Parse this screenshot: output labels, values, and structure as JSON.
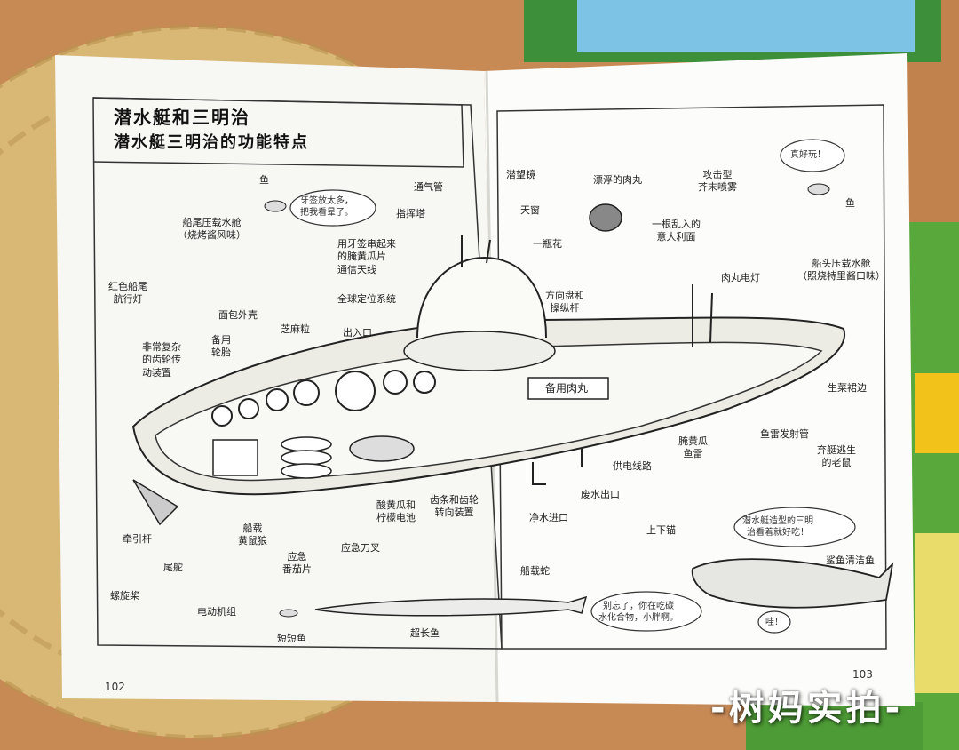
{
  "book": {
    "title": "潜水艇和三明治",
    "subtitle": "潜水艇三明治的功能特点",
    "page_left": "102",
    "page_right": "103"
  },
  "labels": {
    "fish_top": "鱼",
    "bubble_toothpick": "牙签放太多，\n把我看晕了。",
    "vent_pipe": "通气管",
    "periscope": "潜望镜",
    "floating_meatball": "漂浮的肉丸",
    "mustard_spray": "攻击型\n芥末喷雾",
    "bubble_fun": "真好玩！",
    "fish_right": "鱼",
    "conning_tower": "指挥塔",
    "skylight": "天窗",
    "stern_ballast": "船尾压载水舱\n（烧烤酱风味）",
    "pickle_antenna": "用牙签串起来\n的腌黄瓜片\n通信天线",
    "vase": "一瓶花",
    "spaghetti": "一根乱入的\n意大利面",
    "meatball_light": "肉丸电灯",
    "bow_ballast": "船头压载水舱\n（照烧特里酱口味）",
    "red_stern_light": "红色船尾\n航行灯",
    "gps": "全球定位系统",
    "steering": "方向盘和\n操纵杆",
    "bread_shell": "面包外壳",
    "sesame": "芝麻粒",
    "hatch": "出入口",
    "spare_tire": "备用\n轮胎",
    "gear_transmission": "非常复杂\n的齿轮传\n动装置",
    "spare_meatball": "备用肉丸",
    "lettuce_edge": "生菜裙边",
    "torpedo_tube": "鱼雷发射管",
    "pickle_torpedo": "腌黄瓜\n鱼雷",
    "escaping_rat": "弃艇逃生\n的老鼠",
    "power_line": "供电线路",
    "tow_bar": "牵引杆",
    "shipboard_weasel": "船载\n黄鼠狼",
    "pickle_battery": "酸黄瓜和\n柠檬电池",
    "rack_pinion": "齿条和齿轮\n转向装置",
    "waste_outlet": "废水出口",
    "clean_inlet": "净水进口",
    "anchor": "上下锚",
    "bubble_shark": "潜水艇造型的三明\n治看着就好吃！",
    "shark_cleaner": "鲨鱼清洁鱼",
    "rudder": "尾舵",
    "emergency_tomato": "应急\n番茄片",
    "emergency_fork": "应急刀叉",
    "shipboard_snake": "船载蛇",
    "propeller": "螺旋桨",
    "motor": "电动机组",
    "short_fish": "短短鱼",
    "long_fish": "超长鱼",
    "bubble_carbs": "别忘了，你在吃碳\n水化合物，小胖啊。",
    "bubble_wow": "哇！"
  },
  "watermark": "-树妈实拍-",
  "colors": {
    "table": "#c88a55",
    "mat": "#d9b774",
    "page": "#fbfbf9",
    "ink": "#222222"
  }
}
